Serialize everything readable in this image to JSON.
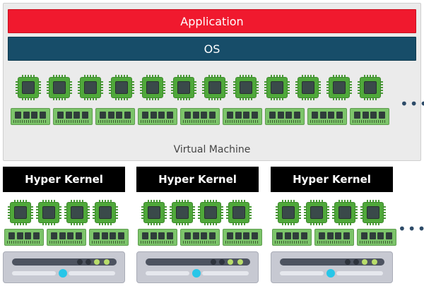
{
  "vm": {
    "application_label": "Application",
    "os_label": "OS",
    "caption": "Virtual Machine",
    "ellipsis": "•••"
  },
  "nodes": [
    {
      "label": "Hyper Kernel"
    },
    {
      "label": "Hyper Kernel"
    },
    {
      "label": "Hyper Kernel"
    }
  ],
  "nodes_ellipsis": "•••",
  "colors": {
    "application": "#f0192e",
    "os": "#174d69",
    "hyper_kernel": "#000000",
    "cpu": "#4fa83a",
    "memory": "#7cc46a",
    "server": "#c7c9d2",
    "server_led": "#27c6e8"
  },
  "icons": {
    "processor": "cpu-chip-icon",
    "memory": "ram-module-icon",
    "server": "server-rack-icon"
  }
}
